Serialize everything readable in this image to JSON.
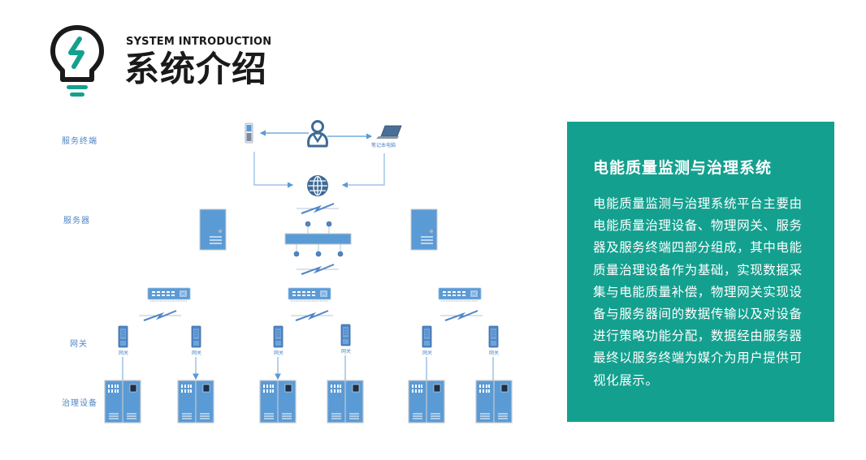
{
  "header": {
    "subtitle_en": "SYSTEM INTRODUCTION",
    "title_cn": "系统介绍",
    "icon": "lightbulb-bolt-icon",
    "accent_color": "#14a08f"
  },
  "diagram": {
    "row_labels": [
      "服务终端",
      "服务器",
      "网关",
      "治理设备"
    ],
    "laptop_label": "笔记本电脑",
    "gateway_label": "网关",
    "icons": {
      "phone": "mobile-phone-icon",
      "user": "user-icon",
      "laptop": "laptop-icon",
      "internet": "globe-icon",
      "server": "server-tower-icon",
      "hub": "network-bus-icon",
      "switch": "network-switch-icon",
      "gateway": "gateway-device-icon",
      "cabinet": "governance-cabinet-icon",
      "link": "wireless-link-icon"
    },
    "line_color": "#5b9bd5"
  },
  "panel": {
    "title": "电能质量监测与治理系统",
    "body": "电能质量监测与治理系统平台主要由电能质量治理设备、物理网关、服务器及服务终端四部分组成，其中电能质量治理设备作为基础，实现数据采集与电能质量补偿，物理网关实现设备与服务器间的数据传输以及对设备进行策略功能分配，数据经由服务器最终以服务终端为媒介为用户提供可视化展示。",
    "background_color": "#14a08f"
  }
}
